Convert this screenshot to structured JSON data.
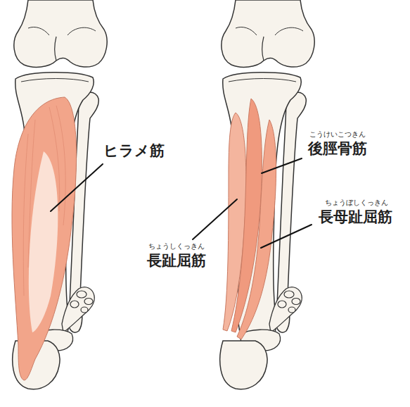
{
  "diagram": {
    "labels": [
      "ヒラメ筋",
      "こうけいこつきん",
      "後脛骨筋",
      "ちょうぼしくっきん",
      "長母趾屈筋",
      "ちょうしくっきん",
      "長趾屈筋"
    ]
  }
}
